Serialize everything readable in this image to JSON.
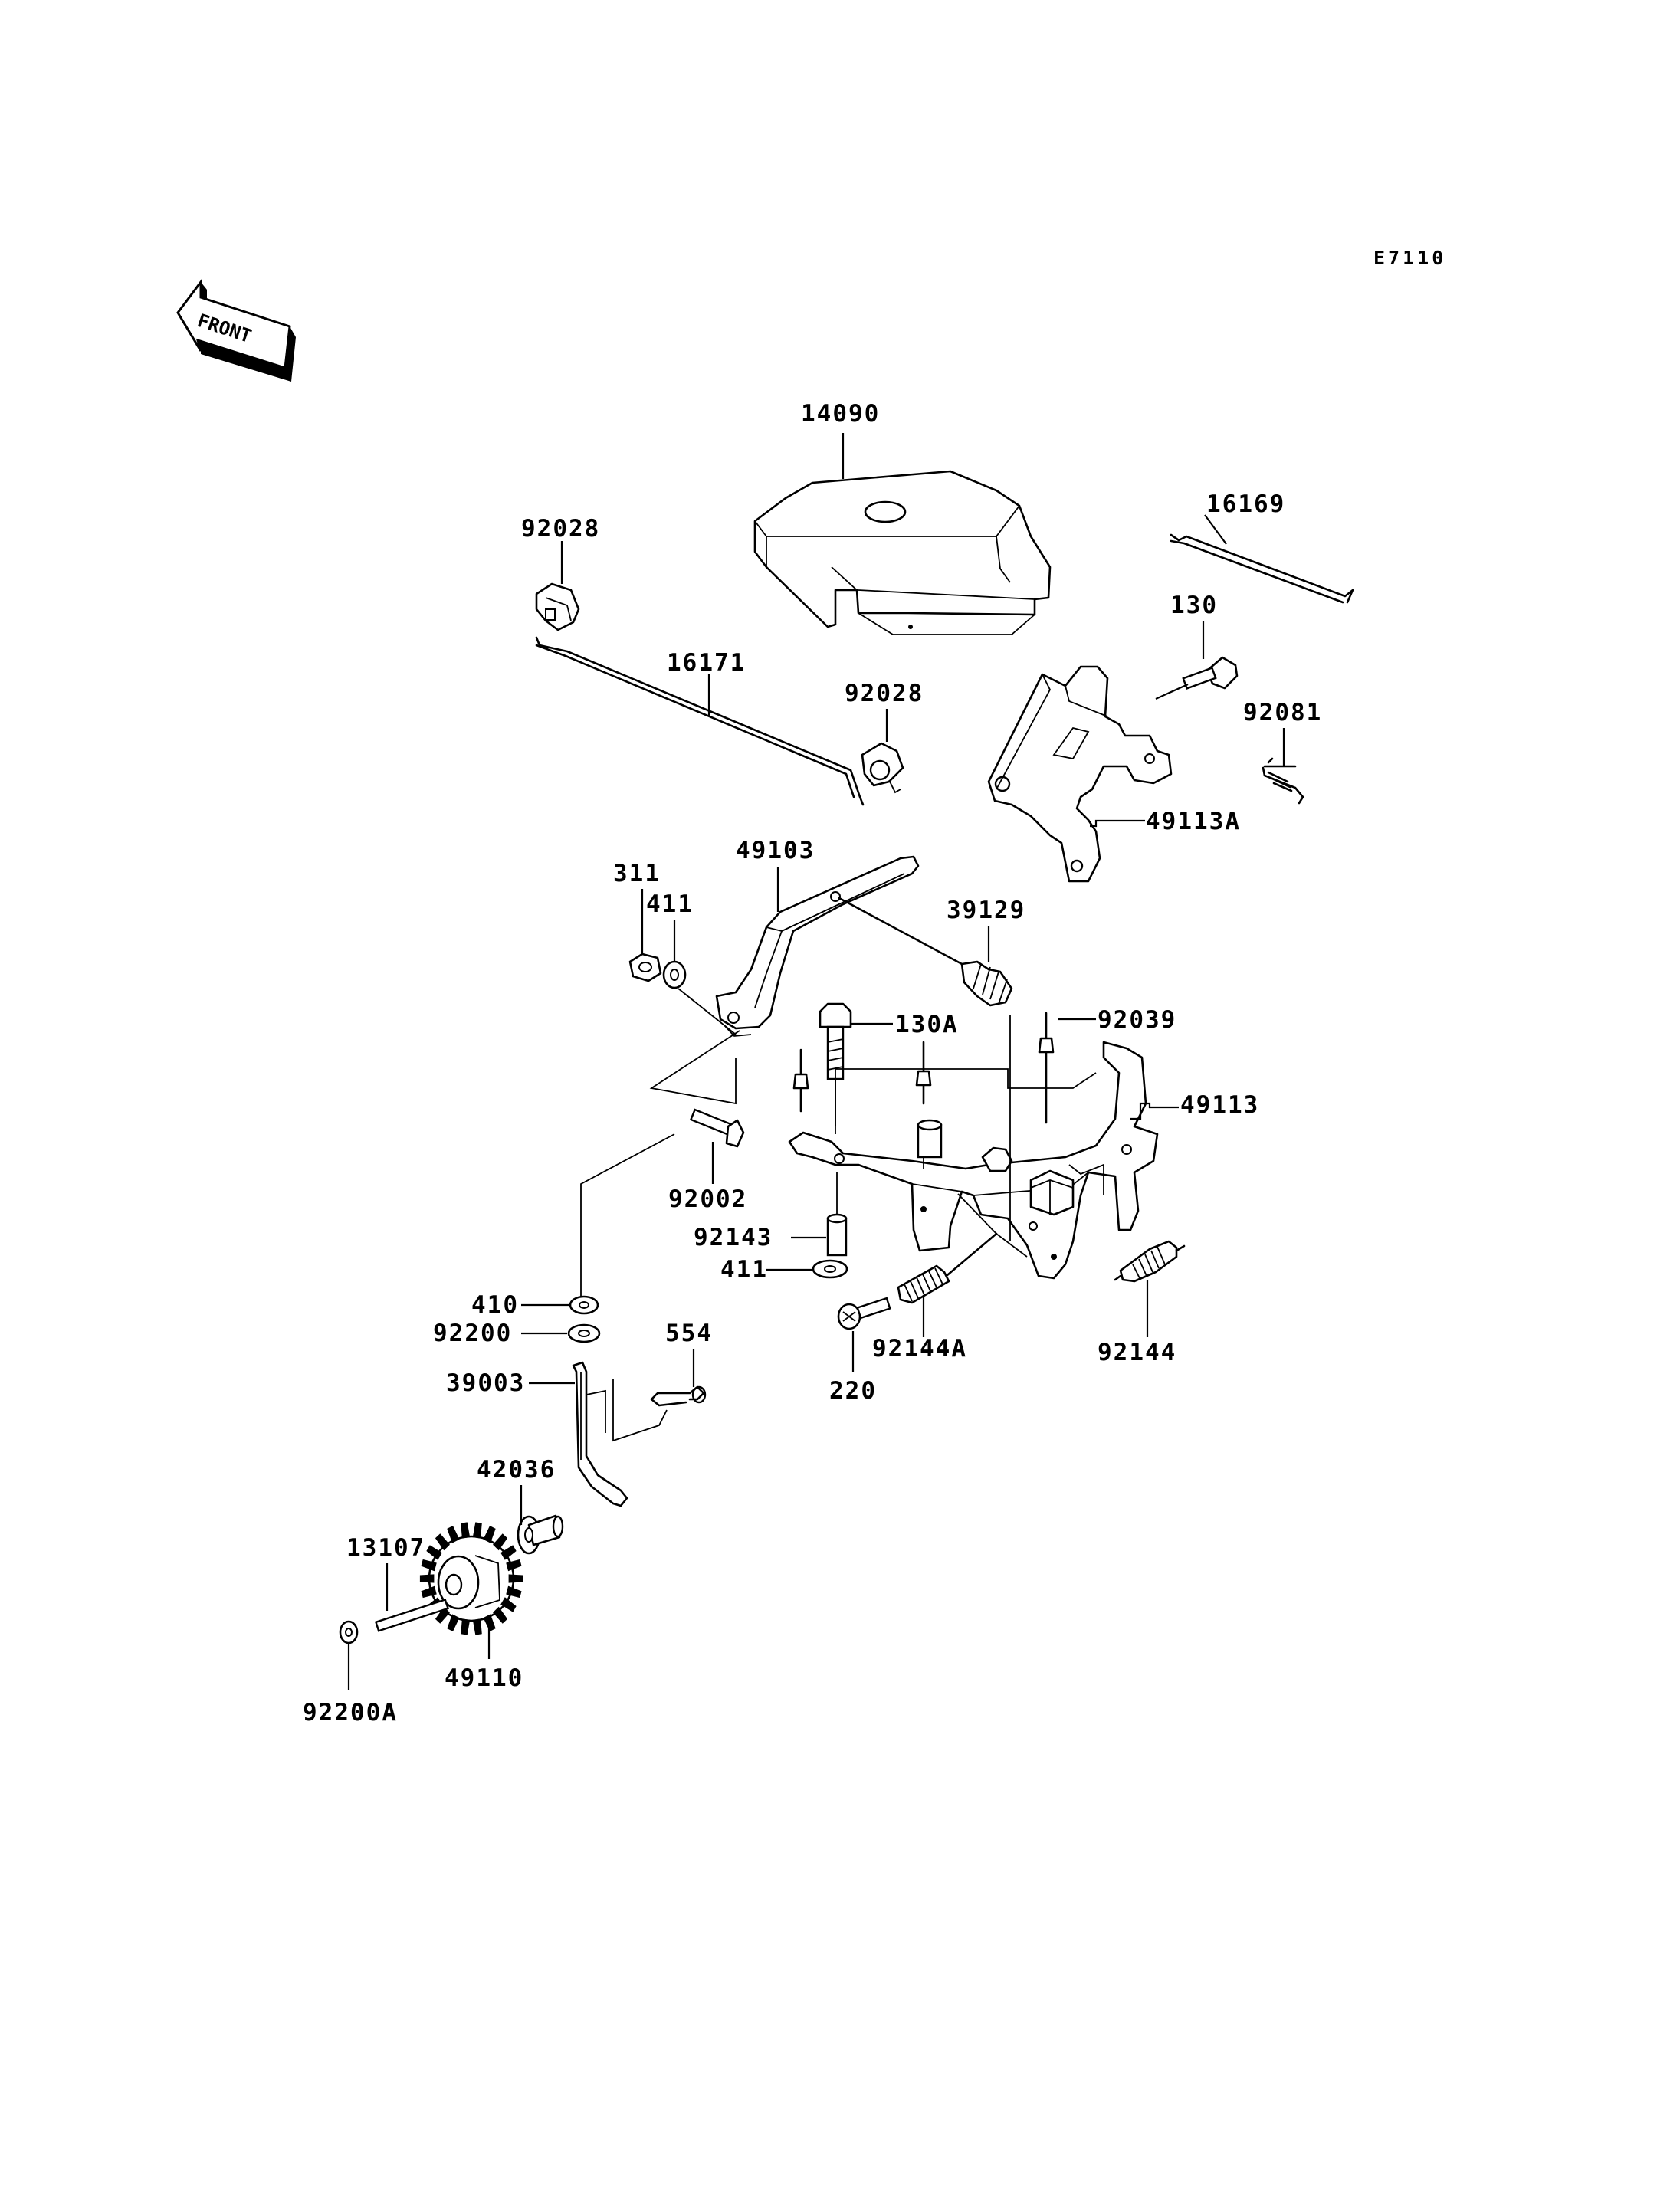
{
  "diagram_code": "E7110",
  "front_label": "FRONT",
  "parts": {
    "p14090": "14090",
    "p16169": "16169",
    "p92028_top": "92028",
    "p130": "130",
    "p16171": "16171",
    "p92028_mid": "92028",
    "p92081": "92081",
    "p49113A": "49113A",
    "p49103": "49103",
    "p311": "311",
    "p411_top": "411",
    "p39129": "39129",
    "p130A": "130A",
    "p92039": "92039",
    "p49113": "49113",
    "p92002": "92002",
    "p92143": "92143",
    "p411_low": "411",
    "p410": "410",
    "p92200": "92200",
    "p554": "554",
    "p92144A": "92144A",
    "p92144": "92144",
    "p220": "220",
    "p39003": "39003",
    "p42036": "42036",
    "p13107": "13107",
    "p49110": "49110",
    "p92200A": "92200A"
  }
}
